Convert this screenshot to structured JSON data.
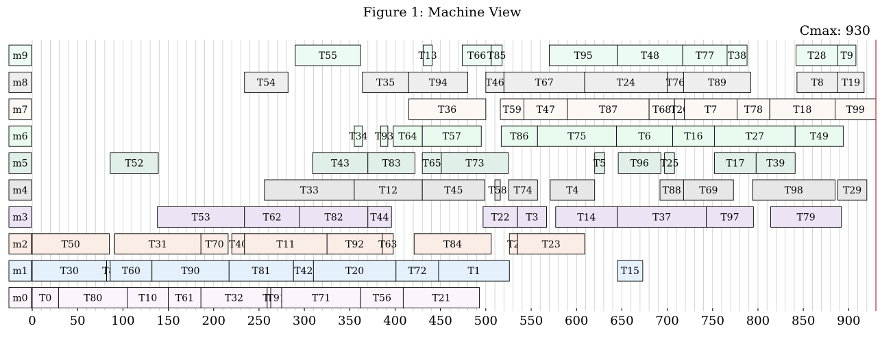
{
  "figure": {
    "title": "Figure 1: Machine View",
    "cmax_label": "Cmax: 930"
  },
  "chart_data": {
    "type": "gantt",
    "x_range": [
      0,
      930
    ],
    "x_ticks": [
      0,
      50,
      100,
      150,
      200,
      250,
      300,
      350,
      400,
      450,
      500,
      550,
      600,
      650,
      700,
      750,
      800,
      850,
      900
    ],
    "grid_step": 10,
    "grid": true,
    "cmax": 930,
    "colors": {
      "m0": "#fcf4fc",
      "m1": "#e4f0fc",
      "m2": "#f9ede6",
      "m3": "#ece4f4",
      "m4": "#e7e7e7",
      "m5": "#e1efe9",
      "m6": "#e9faef",
      "m7": "#fdf8f3",
      "m8": "#eeeeee",
      "m9": "#ecfcf2",
      "cmax_line": "#b22234"
    },
    "machines": [
      {
        "name": "m9",
        "tasks": [
          {
            "label": "T55",
            "start": 290,
            "end": 362
          },
          {
            "label": "T13",
            "start": 431,
            "end": 441
          },
          {
            "label": "T66",
            "start": 474,
            "end": 506
          },
          {
            "label": "T85",
            "start": 506,
            "end": 518
          },
          {
            "label": "T95",
            "start": 570,
            "end": 645
          },
          {
            "label": "T48",
            "start": 645,
            "end": 717
          },
          {
            "label": "T77",
            "start": 717,
            "end": 766
          },
          {
            "label": "T38",
            "start": 766,
            "end": 788
          },
          {
            "label": "T28",
            "start": 842,
            "end": 888
          },
          {
            "label": "T9",
            "start": 888,
            "end": 908
          }
        ]
      },
      {
        "name": "m8",
        "tasks": [
          {
            "label": "T54",
            "start": 234,
            "end": 282
          },
          {
            "label": "T35",
            "start": 364,
            "end": 415
          },
          {
            "label": "T94",
            "start": 415,
            "end": 480
          },
          {
            "label": "T46",
            "start": 500,
            "end": 520
          },
          {
            "label": "T67",
            "start": 520,
            "end": 609
          },
          {
            "label": "T24",
            "start": 609,
            "end": 700
          },
          {
            "label": "T76",
            "start": 700,
            "end": 718
          },
          {
            "label": "T89",
            "start": 718,
            "end": 792
          },
          {
            "label": "T8",
            "start": 843,
            "end": 888
          },
          {
            "label": "T19",
            "start": 888,
            "end": 917
          }
        ]
      },
      {
        "name": "m7",
        "tasks": [
          {
            "label": "T36",
            "start": 415,
            "end": 500
          },
          {
            "label": "T59",
            "start": 516,
            "end": 542
          },
          {
            "label": "T47",
            "start": 542,
            "end": 590
          },
          {
            "label": "T87",
            "start": 590,
            "end": 680
          },
          {
            "label": "T68",
            "start": 680,
            "end": 708
          },
          {
            "label": "T26",
            "start": 708,
            "end": 719
          },
          {
            "label": "T7",
            "start": 719,
            "end": 777
          },
          {
            "label": "T78",
            "start": 777,
            "end": 813
          },
          {
            "label": "T18",
            "start": 813,
            "end": 885
          },
          {
            "label": "T99",
            "start": 885,
            "end": 930
          }
        ]
      },
      {
        "name": "m6",
        "tasks": [
          {
            "label": "T34",
            "start": 355,
            "end": 364
          },
          {
            "label": "T93",
            "start": 384,
            "end": 392
          },
          {
            "label": "T64",
            "start": 398,
            "end": 430
          },
          {
            "label": "T57",
            "start": 430,
            "end": 495
          },
          {
            "label": "T86",
            "start": 517,
            "end": 557
          },
          {
            "label": "T75",
            "start": 557,
            "end": 644
          },
          {
            "label": "T6",
            "start": 644,
            "end": 706
          },
          {
            "label": "T16",
            "start": 706,
            "end": 752
          },
          {
            "label": "T27",
            "start": 752,
            "end": 841
          },
          {
            "label": "T49",
            "start": 841,
            "end": 894
          }
        ]
      },
      {
        "name": "m5",
        "tasks": [
          {
            "label": "T52",
            "start": 86,
            "end": 139
          },
          {
            "label": "T43",
            "start": 309,
            "end": 370
          },
          {
            "label": "T83",
            "start": 370,
            "end": 422
          },
          {
            "label": "T65",
            "start": 430,
            "end": 451
          },
          {
            "label": "T73",
            "start": 451,
            "end": 525
          },
          {
            "label": "T5",
            "start": 620,
            "end": 631
          },
          {
            "label": "T96",
            "start": 646,
            "end": 693
          },
          {
            "label": "T25",
            "start": 697,
            "end": 708
          },
          {
            "label": "T17",
            "start": 752,
            "end": 798
          },
          {
            "label": "T39",
            "start": 798,
            "end": 841
          }
        ]
      },
      {
        "name": "m4",
        "tasks": [
          {
            "label": "T33",
            "start": 256,
            "end": 355
          },
          {
            "label": "T12",
            "start": 355,
            "end": 430
          },
          {
            "label": "T45",
            "start": 430,
            "end": 499
          },
          {
            "label": "T58",
            "start": 510,
            "end": 516
          },
          {
            "label": "T74",
            "start": 525,
            "end": 557
          },
          {
            "label": "T4",
            "start": 571,
            "end": 620
          },
          {
            "label": "T88",
            "start": 692,
            "end": 718
          },
          {
            "label": "T69",
            "start": 718,
            "end": 773
          },
          {
            "label": "T98",
            "start": 794,
            "end": 885
          },
          {
            "label": "T29",
            "start": 888,
            "end": 920
          }
        ]
      },
      {
        "name": "m3",
        "tasks": [
          {
            "label": "T53",
            "start": 138,
            "end": 234
          },
          {
            "label": "T62",
            "start": 234,
            "end": 295
          },
          {
            "label": "T82",
            "start": 295,
            "end": 370
          },
          {
            "label": "T44",
            "start": 370,
            "end": 396
          },
          {
            "label": "T22",
            "start": 497,
            "end": 535
          },
          {
            "label": "T3",
            "start": 535,
            "end": 567
          },
          {
            "label": "T14",
            "start": 577,
            "end": 645
          },
          {
            "label": "T37",
            "start": 645,
            "end": 743
          },
          {
            "label": "T97",
            "start": 743,
            "end": 795
          },
          {
            "label": "T79",
            "start": 814,
            "end": 892
          }
        ]
      },
      {
        "name": "m2",
        "tasks": [
          {
            "label": "T50",
            "start": 0,
            "end": 85
          },
          {
            "label": "T31",
            "start": 91,
            "end": 186
          },
          {
            "label": "T70",
            "start": 186,
            "end": 216
          },
          {
            "label": "T40",
            "start": 220,
            "end": 234
          },
          {
            "label": "T11",
            "start": 234,
            "end": 325
          },
          {
            "label": "T92",
            "start": 325,
            "end": 386
          },
          {
            "label": "T63",
            "start": 386,
            "end": 398
          },
          {
            "label": "T84",
            "start": 421,
            "end": 506
          },
          {
            "label": "T2",
            "start": 526,
            "end": 535
          },
          {
            "label": "T23",
            "start": 535,
            "end": 609
          }
        ]
      },
      {
        "name": "m1",
        "tasks": [
          {
            "label": "T30",
            "start": 0,
            "end": 82
          },
          {
            "label": "T8",
            "start": 82,
            "end": 86
          },
          {
            "label": "T60",
            "start": 86,
            "end": 132
          },
          {
            "label": "T90",
            "start": 132,
            "end": 217
          },
          {
            "label": "T81",
            "start": 217,
            "end": 288
          },
          {
            "label": "T42",
            "start": 288,
            "end": 310
          },
          {
            "label": "T20",
            "start": 310,
            "end": 401
          },
          {
            "label": "T72",
            "start": 401,
            "end": 448
          },
          {
            "label": "T1",
            "start": 448,
            "end": 526
          },
          {
            "label": "T15",
            "start": 645,
            "end": 673
          }
        ]
      },
      {
        "name": "m0",
        "tasks": [
          {
            "label": "T0",
            "start": 0,
            "end": 29
          },
          {
            "label": "T80",
            "start": 29,
            "end": 105
          },
          {
            "label": "T10",
            "start": 105,
            "end": 150
          },
          {
            "label": "T61",
            "start": 150,
            "end": 186
          },
          {
            "label": "T32",
            "start": 186,
            "end": 259
          },
          {
            "label": "T4",
            "start": 259,
            "end": 263
          },
          {
            "label": "T91",
            "start": 263,
            "end": 275
          },
          {
            "label": "T71",
            "start": 275,
            "end": 362
          },
          {
            "label": "T56",
            "start": 362,
            "end": 409
          },
          {
            "label": "T21",
            "start": 409,
            "end": 493
          }
        ]
      }
    ]
  }
}
